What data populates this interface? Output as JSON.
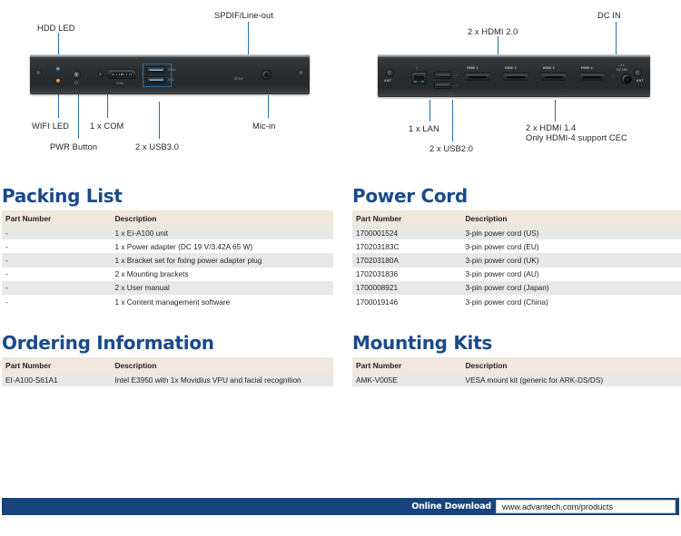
{
  "diagrams": {
    "front": {
      "name": "front-panel",
      "callouts": [
        {
          "id": "hdd-led",
          "label": "HDD LED"
        },
        {
          "id": "spdif",
          "label": "SPDIF/Line-out"
        },
        {
          "id": "wifi-led",
          "label": "WIFI LED"
        },
        {
          "id": "com",
          "label": "1 x COM"
        },
        {
          "id": "mic-in",
          "label": "Mic-in"
        },
        {
          "id": "pwr-button",
          "label": "PWR Button"
        },
        {
          "id": "usb3",
          "label": "2 x USB3.0"
        }
      ],
      "port_marks": {
        "spdif": "SPDIF",
        "com": "COM",
        "usb_upper": "20Gb",
        "usb_lower": "SSG"
      }
    },
    "rear": {
      "name": "rear-panel",
      "callouts": [
        {
          "id": "hdmi20",
          "label": "2 x HDMI 2.0"
        },
        {
          "id": "dc-in",
          "label": "DC IN"
        },
        {
          "id": "lan",
          "label": "1 x LAN"
        },
        {
          "id": "usb20",
          "label": "2 x USB2.0"
        },
        {
          "id": "hdmi14",
          "label": "2 x HDMI 1.4",
          "label2": "Only HDMI-4 support CEC"
        }
      ],
      "port_marks": {
        "ant_left": "ANT",
        "ant_right": "ANT",
        "lan": "1",
        "hdmi1": "HDMI 1",
        "hdmi2": "HDMI 2",
        "hdmi3": "HDMI 3",
        "hdmi4": "HDMI 4",
        "dc": "DC 19V"
      }
    }
  },
  "sections": {
    "packing_list": {
      "title": "Packing List",
      "headers": [
        "Part Number",
        "Description"
      ],
      "rows": [
        [
          "-",
          "1 x Ei-A100 unit"
        ],
        [
          "-",
          "1 x Power adapter (DC 19 V/3.42A 65 W)"
        ],
        [
          "-",
          "1 x Bracket set for fixing power adapter plug"
        ],
        [
          "-",
          "2 x Mounting brackets"
        ],
        [
          "-",
          "2 x User manual"
        ],
        [
          "-",
          "1 x Content management software"
        ]
      ]
    },
    "power_cord": {
      "title": "Power Cord",
      "headers": [
        "Part Number",
        "Description"
      ],
      "rows": [
        [
          "1700001524",
          "3-pin power cord (US)"
        ],
        [
          "170203183C",
          "3-pin power cord (EU)"
        ],
        [
          "170203180A",
          "3-pin power cord (UK)"
        ],
        [
          "1702031836",
          "3-pin power cord (AU)"
        ],
        [
          "1700008921",
          "3-pin power cord (Japan)"
        ],
        [
          "1700019146",
          "3-pin power cord (China)"
        ]
      ]
    },
    "ordering_information": {
      "title": "Ordering Information",
      "headers": [
        "Part Number",
        "Description"
      ],
      "rows": [
        [
          "EI-A100-S61A1",
          "Intel E3950 with 1x Movidius VPU and facial recognition"
        ]
      ]
    },
    "mounting_kits": {
      "title": "Mounting Kits",
      "headers": [
        "Part Number",
        "Description"
      ],
      "rows": [
        [
          "AMK-V005E",
          "VESA mount kit (generic for ARK-DS/DS)"
        ]
      ]
    }
  },
  "footer": {
    "download_label": "Online Download",
    "url": "www.advantech.com/products"
  },
  "colors": {
    "heading_blue": "#1b4a8b",
    "footer_blue": "#17447e",
    "table_header_beige": "#f0e7dd",
    "table_row_gray": "#e8e8e8",
    "leader_line_blue": "#2d6ca3"
  }
}
